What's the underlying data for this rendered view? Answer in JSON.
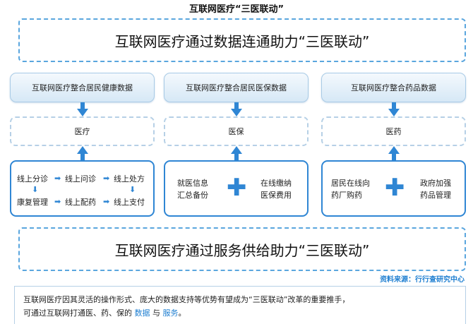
{
  "title": "互联网医疗“三医联动”",
  "top_banner": "互联网医疗通过数据连通助力“三医联动”",
  "bottom_banner": "互联网医疗通过服务供给助力“三医联动”",
  "columns": [
    {
      "top": "互联网医疗整合居民健康数据",
      "mid": "医疗"
    },
    {
      "top": "互联网医疗整合居民医保数据",
      "mid": "医保"
    },
    {
      "top": "互联网医疗整合药品数据",
      "mid": "医药"
    }
  ],
  "flow": {
    "row1": [
      "线上分诊",
      "线上问诊",
      "线上处方"
    ],
    "row2": [
      "康复管理",
      "线上配药",
      "线上支付"
    ]
  },
  "insurance": {
    "left": [
      "就医信息",
      "汇总备份"
    ],
    "right": [
      "在线缴纳",
      "医保费用"
    ]
  },
  "pharmacy": {
    "left": [
      "居民在线向",
      "药厂购药"
    ],
    "right": [
      "政府加强",
      "药品管理"
    ]
  },
  "source": "资料来源：行行查研究中心",
  "note": {
    "line1": "互联网医疗因其灵活的操作形式、庞大的数据支持等优势有望成为“三医联动”改革的重要推手，",
    "line2_prefix": "可通过互联网打通医、药、保的",
    "data_word": "数据",
    "conj": "与",
    "service_word": "服务",
    "line2_end": "。"
  },
  "colors": {
    "accent": "#2f86d4",
    "dashed": "#5aa6de"
  }
}
